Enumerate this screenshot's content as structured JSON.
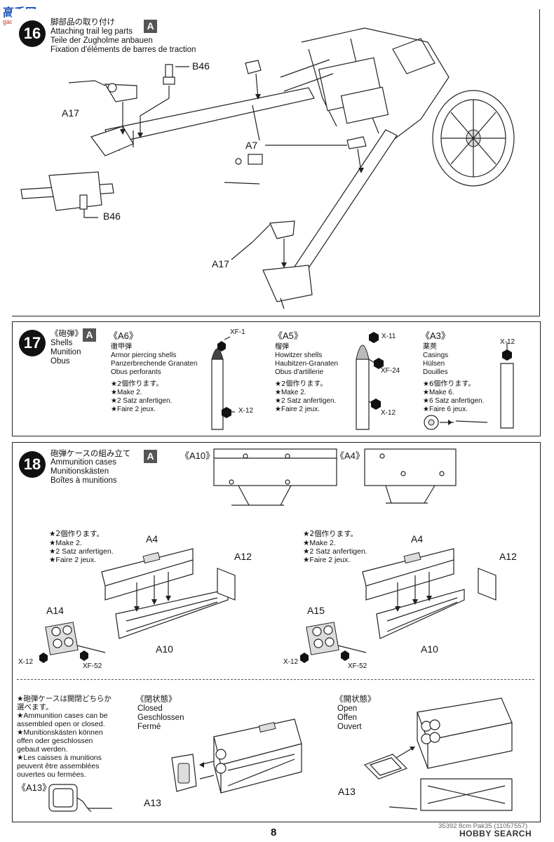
{
  "watermark": {
    "top": "高手网",
    "sub": "gaoshou.com"
  },
  "step16": {
    "number": "16",
    "title_jp": "脚部品の取り付け",
    "title_en": "Attaching trail leg parts",
    "title_de": "Teile der Zugholme anbauen",
    "title_fr": "Fixation d'éléments de barres de traction",
    "badge": "A",
    "labels": {
      "b46_top": "B46",
      "a17_left": "A17",
      "a7": "A7",
      "b46_bottom": "B46",
      "a17_bottom": "A17"
    }
  },
  "step17": {
    "number": "17",
    "title_jp": "《砲弾》",
    "title_en": "Shells",
    "title_de": "Munition",
    "title_fr": "Obus",
    "badge": "A",
    "groups": [
      {
        "part": "《A6》",
        "jp": "徹甲弾",
        "en": "Armor piercing shells",
        "de": "Panzerbrechende Granaten",
        "fr": "Obus perforants",
        "make_jp": "★2個作ります。",
        "make_en": "★Make 2.",
        "make_de": "★2 Satz anfertigen.",
        "make_fr": "★Faire 2 jeux.",
        "color_top": "XF-1",
        "color_bottom": "X-12"
      },
      {
        "part": "《A5》",
        "jp": "榴弾",
        "en": "Howitzer shells",
        "de": "Haubitzen-Granaten",
        "fr": "Obus d'artillerie",
        "make_jp": "★2個作ります。",
        "make_en": "★Make 2.",
        "make_de": "★2 Satz anfertigen.",
        "make_fr": "★Faire 2 jeux.",
        "color_top": "X-11",
        "color_mid": "XF-24",
        "color_bottom": "X-12"
      },
      {
        "part": "《A3》",
        "jp": "薬莢",
        "en": "Casings",
        "de": "Hülsen",
        "fr": "Douilles",
        "make_jp": "★6個作ります。",
        "make_en": "★Make 6.",
        "make_de": "★6 Satz anfertigen.",
        "make_fr": "★Faire 6 jeux.",
        "color_top": "X-12"
      }
    ]
  },
  "step18": {
    "number": "18",
    "title_jp": "砲弾ケースの組み立て",
    "title_en": "Ammunition cases",
    "title_de": "Munitionskästen",
    "title_fr": "Boîtes à munitions",
    "badge": "A",
    "part_a10": "《A10》",
    "part_a4": "《A4》",
    "make_jp": "★2個作ります。",
    "make_en": "★Make 2.",
    "make_de": "★2 Satz anfertigen.",
    "make_fr": "★Faire 2 jeux.",
    "left_labels": {
      "a4": "A4",
      "a12": "A12",
      "a14": "A14",
      "a10": "A10",
      "x12": "X-12",
      "xf52": "XF-52"
    },
    "right_labels": {
      "a4": "A4",
      "a12": "A12",
      "a15": "A15",
      "a10": "A10",
      "x12": "X-12",
      "xf52": "XF-52"
    },
    "note_jp": [
      "★砲弾ケースは開閉どちらか",
      "選べます。"
    ],
    "note_en": [
      "★Ammunition cases can be",
      "assembled open or closed."
    ],
    "note_de": [
      "★Munitionskästen können",
      "offen oder geschlossen",
      "gebaut werden."
    ],
    "note_fr": [
      "★Les caisses à munitions",
      "peuvent être assemblées",
      "ouvertes ou fermées."
    ],
    "part_a13": "《A13》",
    "closed": {
      "jp": "《閉状態》",
      "en": "Closed",
      "de": "Geschlossen",
      "fr": "Fermé",
      "label": "A13"
    },
    "open": {
      "jp": "《開状態》",
      "en": "Open",
      "de": "Offen",
      "fr": "Ouvert",
      "label": "A13"
    }
  },
  "footer": {
    "page": "8",
    "code": "35392 8cm Pak35 (11057557)",
    "brand": "HOBBY SEARCH"
  }
}
